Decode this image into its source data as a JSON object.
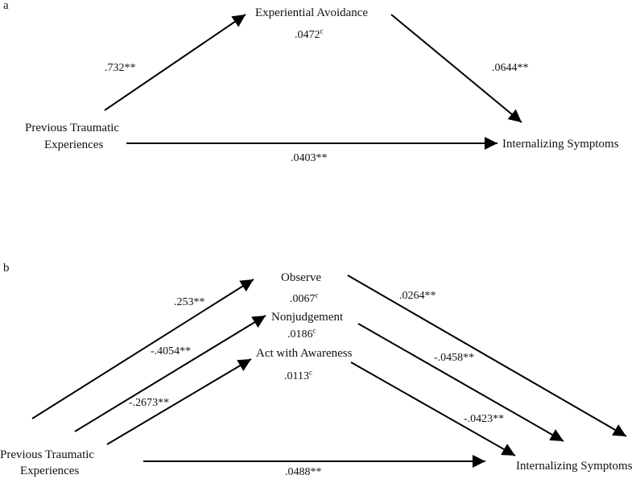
{
  "panel_a": {
    "letter": "a",
    "nodes": {
      "predictor": [
        "Previous Traumatic",
        "Experiences"
      ],
      "mediator": "Experiential Avoidance",
      "outcome": "Internalizing Symptoms"
    },
    "paths": {
      "a_path": ".732**",
      "b_path": ".0644**",
      "direct": ".0403**",
      "indirect": ".0472",
      "indirect_sup": "c"
    }
  },
  "panel_b": {
    "letter": "b",
    "nodes": {
      "predictor": [
        "Previous Traumatic",
        "Experiences"
      ],
      "mediators": [
        "Observe",
        "Nonjudgement",
        "Act with Awareness"
      ],
      "outcome": "Internalizing Symptoms"
    },
    "paths": {
      "a_observe": ".253**",
      "a_nonjudgement": "-.4054**",
      "a_act": "-.2673**",
      "b_observe": ".0264**",
      "b_nonjudgement": "-.0458**",
      "b_act": "-.0423**",
      "direct": ".0488**",
      "indirect_observe": ".0067",
      "indirect_nonjudgement": ".0186",
      "indirect_act": ".0113",
      "indirect_sup": "c"
    }
  }
}
